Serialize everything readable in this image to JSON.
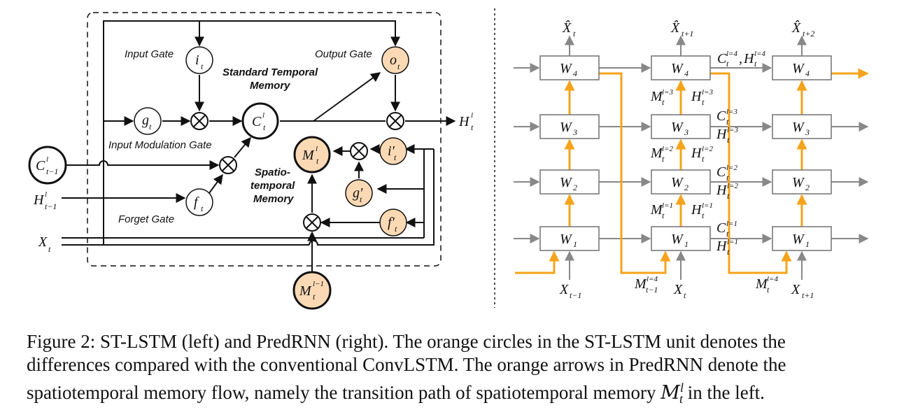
{
  "left": {
    "labels": {
      "input_gate": "Input Gate",
      "output_gate": "Output Gate",
      "standard_temporal_memory_1": "Standard Temporal",
      "standard_temporal_memory_2": "Memory",
      "input_modulation_gate": "Input Modulation Gate",
      "forget_gate": "Forget Gate",
      "spatiotemporal_1": "Spatio-",
      "spatiotemporal_2": "temporal",
      "spatiotemporal_3": "Memory"
    },
    "nodes": {
      "i": {
        "base": "i",
        "sub": "t",
        "sup": "",
        "highlight": false
      },
      "g": {
        "base": "g",
        "sub": "t",
        "sup": "",
        "highlight": false
      },
      "f": {
        "base": "f",
        "sub": "t",
        "sup": "",
        "highlight": false
      },
      "o": {
        "base": "o",
        "sub": "t",
        "sup": "",
        "highlight": true
      },
      "C": {
        "base": "C",
        "sub": "t",
        "sup": "l",
        "highlight": false
      },
      "M": {
        "base": "M",
        "sub": "t",
        "sup": "l",
        "highlight": true
      },
      "i_prime": {
        "base": "i′",
        "sub": "t",
        "sup": "",
        "highlight": true
      },
      "g_prime": {
        "base": "g′",
        "sub": "t",
        "sup": "",
        "highlight": true
      },
      "f_prime": {
        "base": "f′",
        "sub": "t",
        "sup": "",
        "highlight": true
      },
      "C_prev": {
        "base": "C",
        "sub": "t−1",
        "sup": "l",
        "highlight": false
      },
      "M_prev": {
        "base": "M",
        "sub": "t",
        "sup": "l−1",
        "highlight": true
      }
    },
    "inputs": {
      "H_prev": {
        "base": "H",
        "sub": "t−1",
        "sup": "l"
      },
      "X": {
        "base": "X",
        "sub": "t",
        "sup": ""
      }
    },
    "output": {
      "base": "H",
      "sub": "t",
      "sup": "l"
    }
  },
  "right": {
    "blocks": [
      "W",
      "W",
      "W",
      "W"
    ],
    "block_subs": [
      "4",
      "3",
      "2",
      "1"
    ],
    "outputs": [
      {
        "base": "X̂",
        "sub": "t"
      },
      {
        "base": "X̂",
        "sub": "t+1"
      },
      {
        "base": "X̂",
        "sub": "t+2"
      }
    ],
    "inputs": [
      {
        "base": "X",
        "sub": "t−1"
      },
      {
        "base": "X",
        "sub": "t"
      },
      {
        "base": "X",
        "sub": "t+1"
      }
    ],
    "m_inputs": [
      {
        "base": "M",
        "sub": "t−1",
        "sup": "l=4"
      },
      {
        "base": "M",
        "sub": "t",
        "sup": "l=4"
      }
    ],
    "m_between": [
      {
        "base": "M",
        "sub": "t",
        "sup": "l=3"
      },
      {
        "base": "M",
        "sub": "t",
        "sup": "l=2"
      },
      {
        "base": "M",
        "sub": "t",
        "sup": "l=1"
      }
    ],
    "h_between": [
      {
        "base": "H",
        "sub": "t",
        "sup": "l=3"
      },
      {
        "base": "H",
        "sub": "t",
        "sup": "l=2"
      },
      {
        "base": "H",
        "sub": "t",
        "sup": "l=1"
      }
    ],
    "c_labels": [
      {
        "base": "C",
        "sub": "t",
        "sup": "l=3"
      },
      {
        "base": "C",
        "sub": "t",
        "sup": "l=2"
      },
      {
        "base": "C",
        "sub": "t",
        "sup": "l=1"
      }
    ],
    "h_labels": [
      {
        "base": "H",
        "sub": "t",
        "sup": "l=3"
      },
      {
        "base": "H",
        "sub": "t",
        "sup": "l=2"
      },
      {
        "base": "H",
        "sub": "t",
        "sup": "l=1"
      }
    ],
    "top_label": {
      "c": "C",
      "h": "H",
      "sub": "t",
      "sup": "l=4",
      "comma": ","
    }
  },
  "colors": {
    "orange": "#f5a31a",
    "orange_fill": "#fbd9b4",
    "line": "#111111",
    "grey_line": "#888888",
    "block_border": "#7a7a7a"
  },
  "caption": {
    "line1": "Figure 2: ST-LSTM (left) and PredRNN (right). The orange circles in the ST-LSTM unit denotes the",
    "line2": "differences compared with the conventional ConvLSTM. The orange arrows in PredRNN denote the",
    "line3_a": "spatiotemporal memory flow, namely the transition path of spatiotemporal memory ",
    "line3_m": "M",
    "line3_sup": "l",
    "line3_sub": "t",
    "line3_b": " in the left."
  }
}
